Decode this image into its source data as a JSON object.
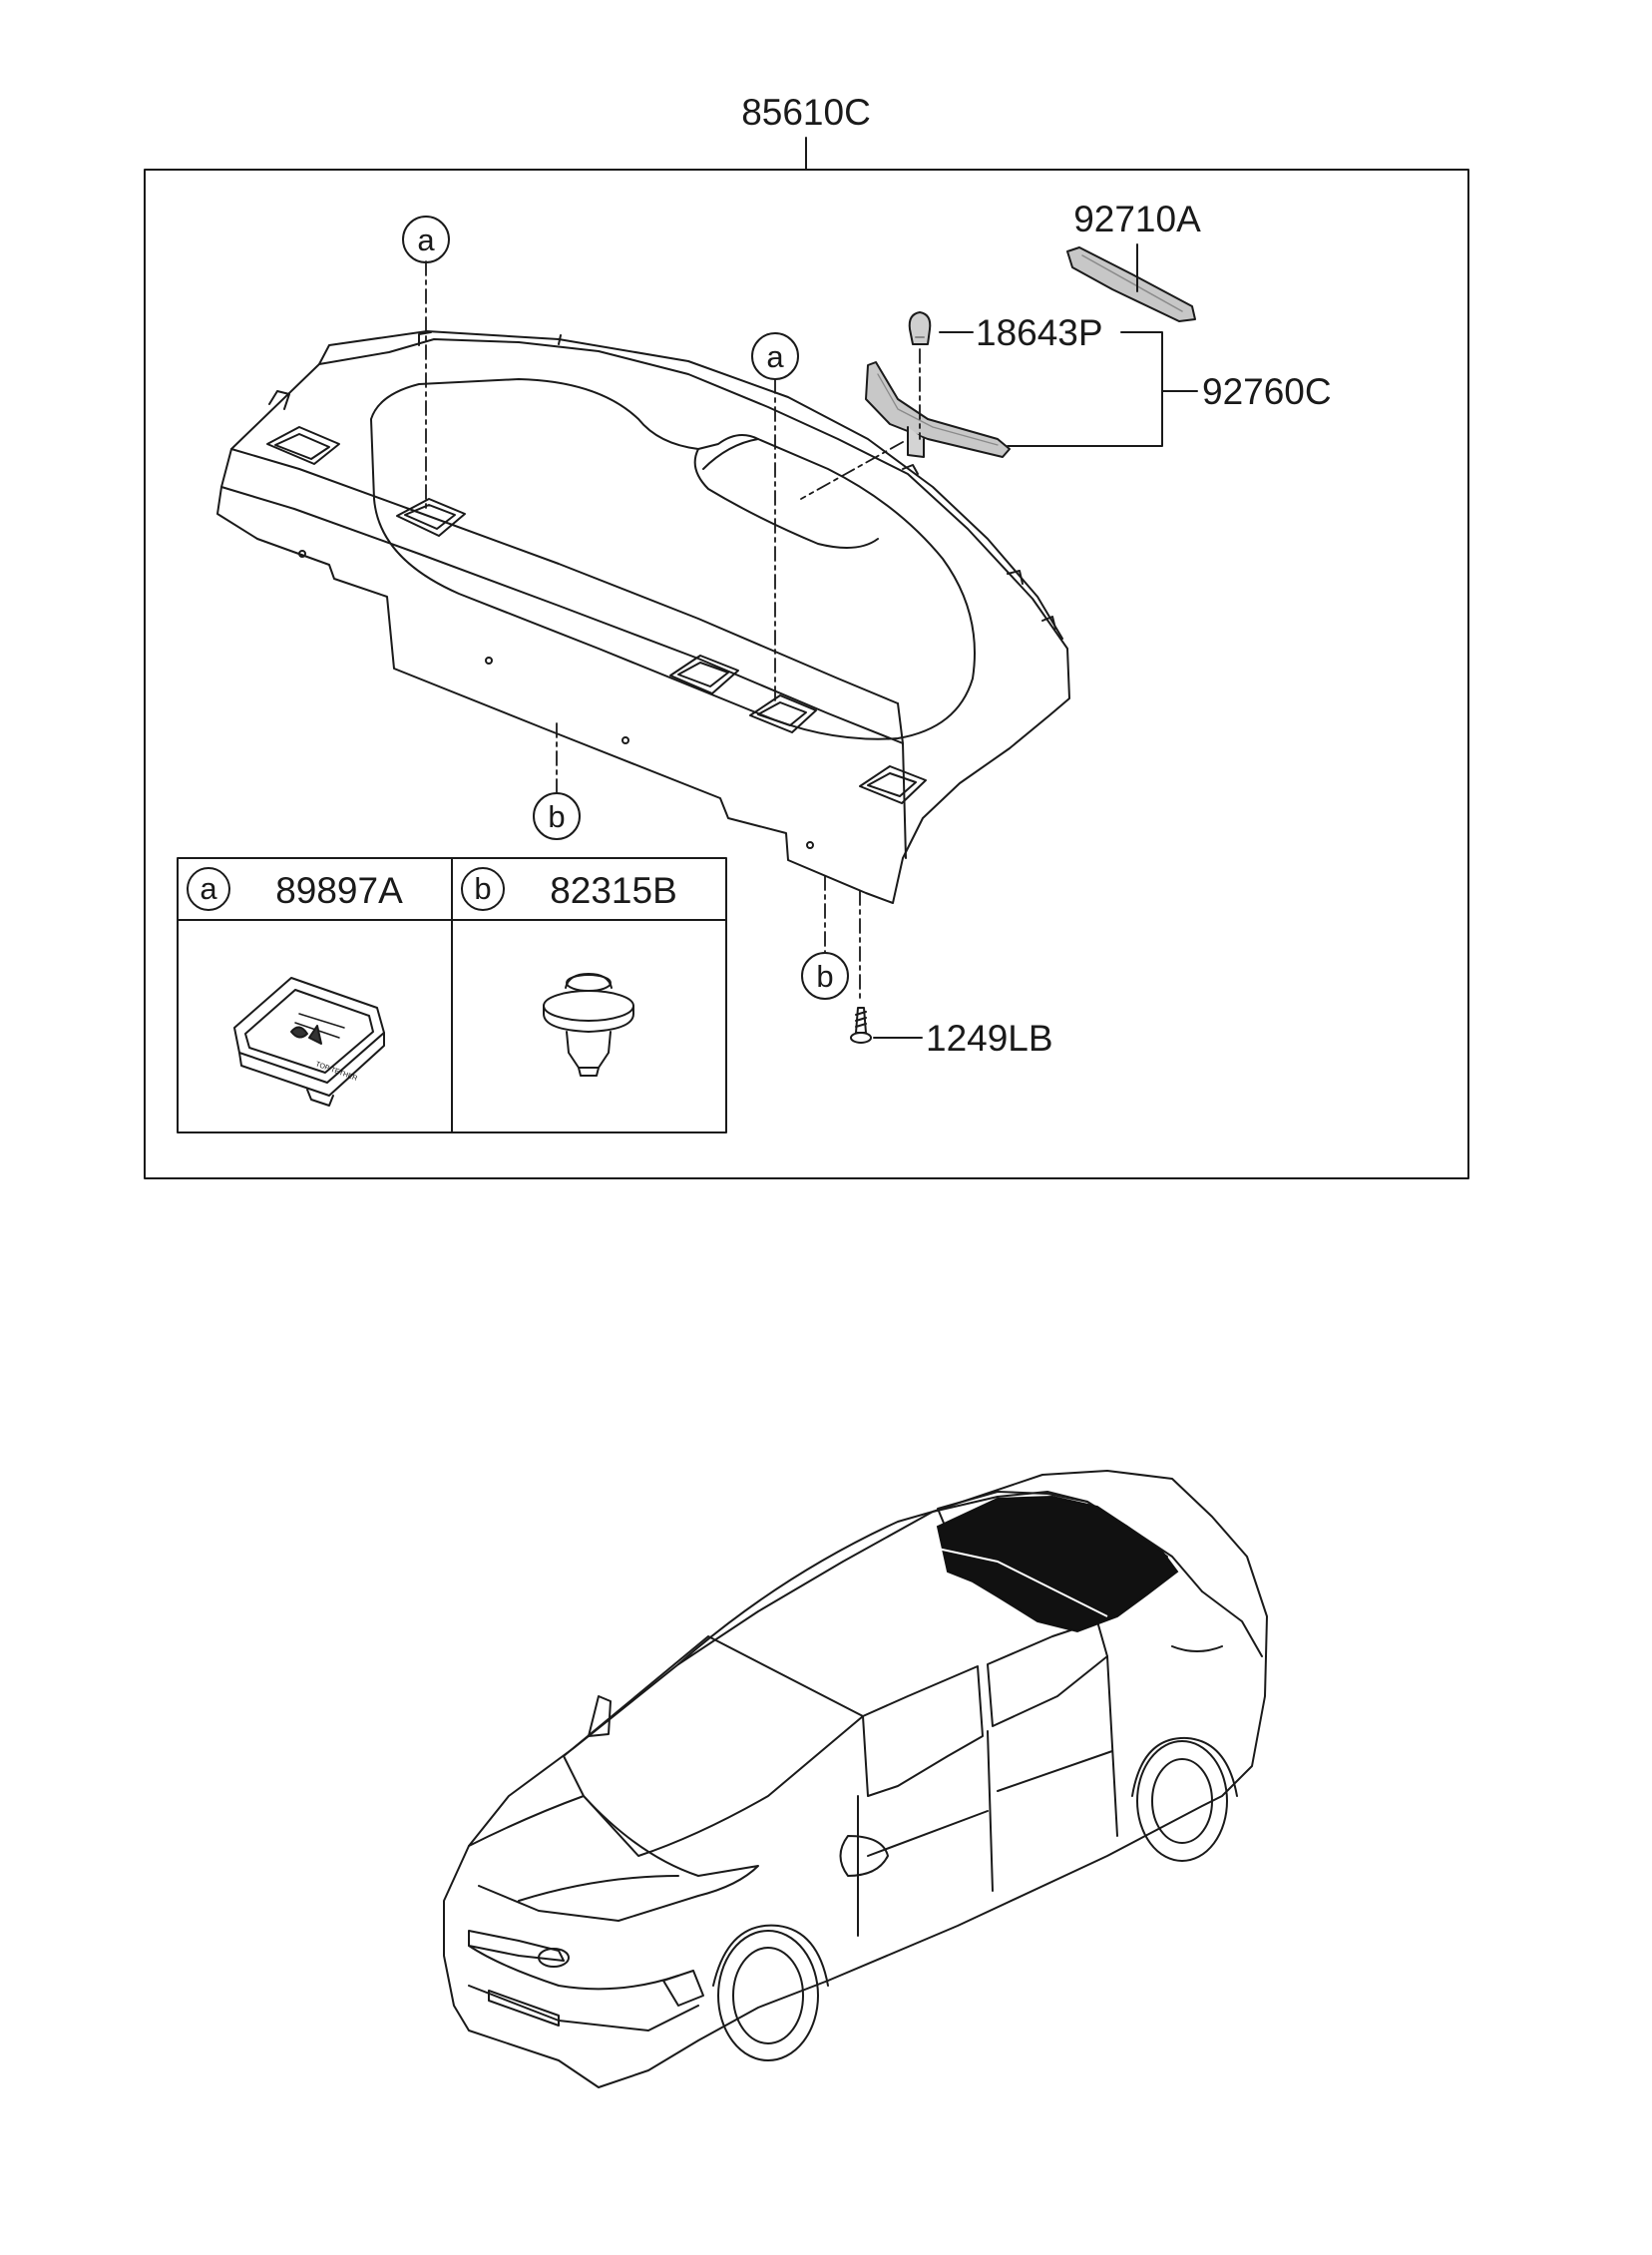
{
  "labels": {
    "assembly": "85610C",
    "trim_upper": "92710A",
    "bulb": "18643P",
    "lamp_assy": "92760C",
    "screw": "1249LB",
    "callout_a": "a",
    "callout_b": "b"
  },
  "legend": {
    "a": {
      "letter": "a",
      "part": "89897A",
      "badge_text": "TOP TETHER"
    },
    "b": {
      "letter": "b",
      "part": "82315B"
    }
  },
  "colors": {
    "line": "#1a1a1a",
    "highlight": "#111111",
    "part_gray": "#bdbdbd"
  }
}
